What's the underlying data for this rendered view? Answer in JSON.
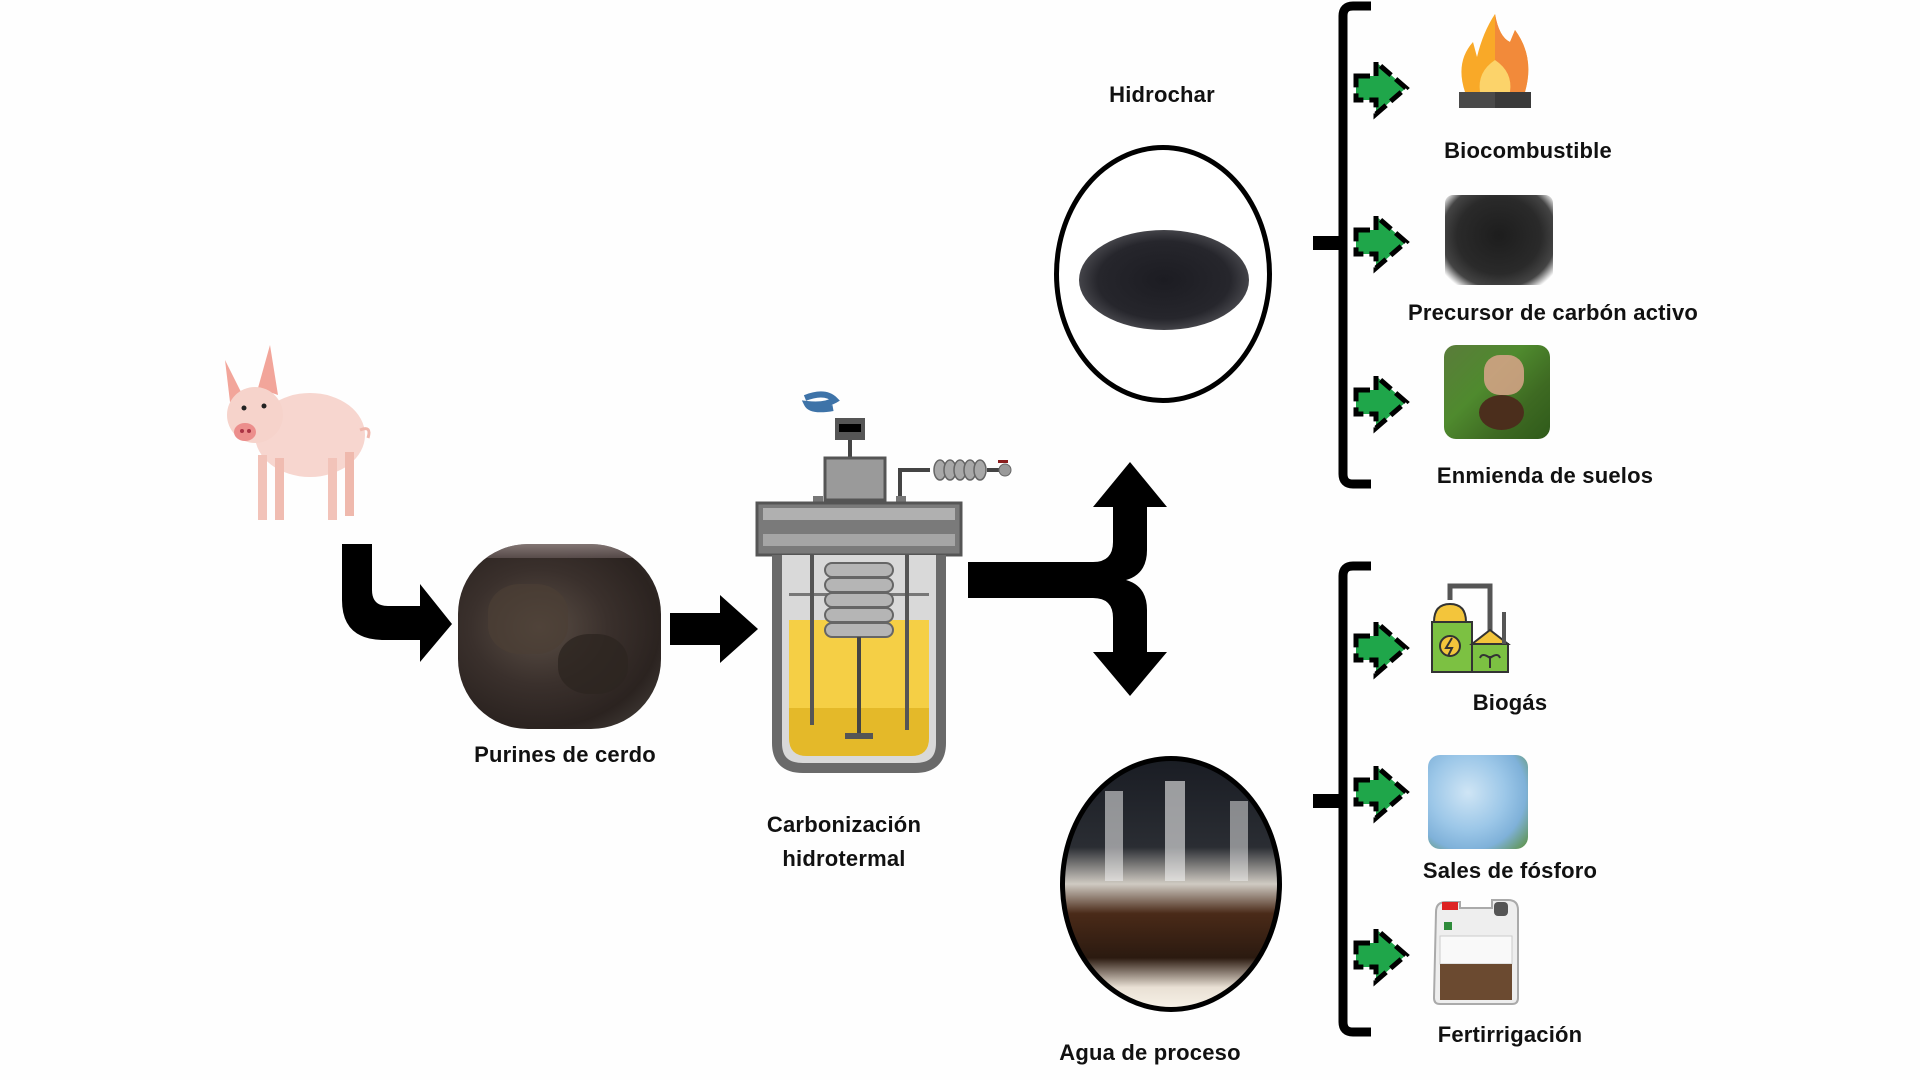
{
  "diagram": {
    "title": "Carbonización hidrotermal de purines de cerdo",
    "input": {
      "animal": "pig",
      "material_label": "Purines de cerdo"
    },
    "process": {
      "label_line1": "Carbonización",
      "label_line2": "hidrotermal"
    },
    "outputs": [
      {
        "label": "Hidrochar",
        "applications": [
          {
            "label": "Biocombustible",
            "icon": "flame-icon"
          },
          {
            "label": "Precursor de carbón activo",
            "icon": "carbon-pellets-icon"
          },
          {
            "label": "Enmienda de suelos",
            "icon": "soil-hands-icon"
          }
        ]
      },
      {
        "label": "Agua de proceso",
        "applications": [
          {
            "label": "Biogás",
            "icon": "biogas-plant-icon"
          },
          {
            "label": "Sales de fósforo",
            "icon": "phosphorus-granules-icon"
          },
          {
            "label": "Fertirrigación",
            "icon": "fertilizer-jug-icon"
          }
        ]
      }
    ],
    "colors": {
      "arrow": "#000000",
      "app_arrow": "#1fa64a",
      "liquid": "#f2c633",
      "reactor": "#6b6b6b"
    }
  }
}
